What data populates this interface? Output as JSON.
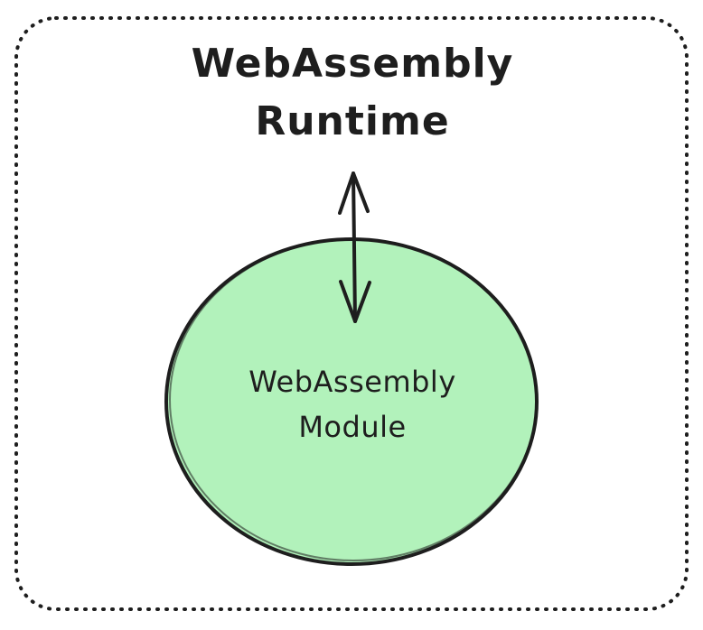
{
  "runtime": {
    "label_line_1": "WebAssembly",
    "label_line_2": "Runtime"
  },
  "module": {
    "label_line_1": "WebAssembly",
    "label_line_2": "Module",
    "fill_color": "#b2f2bb"
  },
  "colors": {
    "stroke": "#1e1e1e",
    "background": "#ffffff"
  }
}
